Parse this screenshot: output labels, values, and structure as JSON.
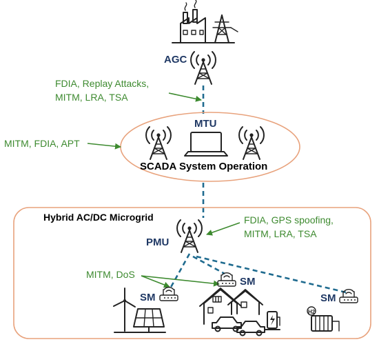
{
  "nodes": {
    "agc": "AGC",
    "mtu": "MTU",
    "pmu": "PMU",
    "sm": "SM",
    "h2_badge": "H2"
  },
  "regions": {
    "scada": "SCADA System Operation",
    "microgrid": "Hybrid AC/DC Microgrid"
  },
  "attacks": {
    "agc_mtu": [
      "FDIA, Replay Attacks,",
      "MITM, LRA, TSA"
    ],
    "scada": "MITM, FDIA, APT",
    "pmu": [
      "FDIA, GPS spoofing,",
      "MITM, LRA, TSA"
    ],
    "sm": "MITM, DoS"
  },
  "icons": [
    "factory-icon",
    "power-tower-icon",
    "antenna-tower-icon",
    "laptop-icon",
    "router-icon",
    "wind-turbine-icon",
    "solar-panel-icon",
    "house-icon",
    "car-icon",
    "ev-charger-icon",
    "hydrogen-storage-icon"
  ],
  "colors": {
    "attack_text": "#3d8a2f",
    "link": "#1f6b8f",
    "region_border": "#e8a27c",
    "node_label": "#1f3864"
  }
}
